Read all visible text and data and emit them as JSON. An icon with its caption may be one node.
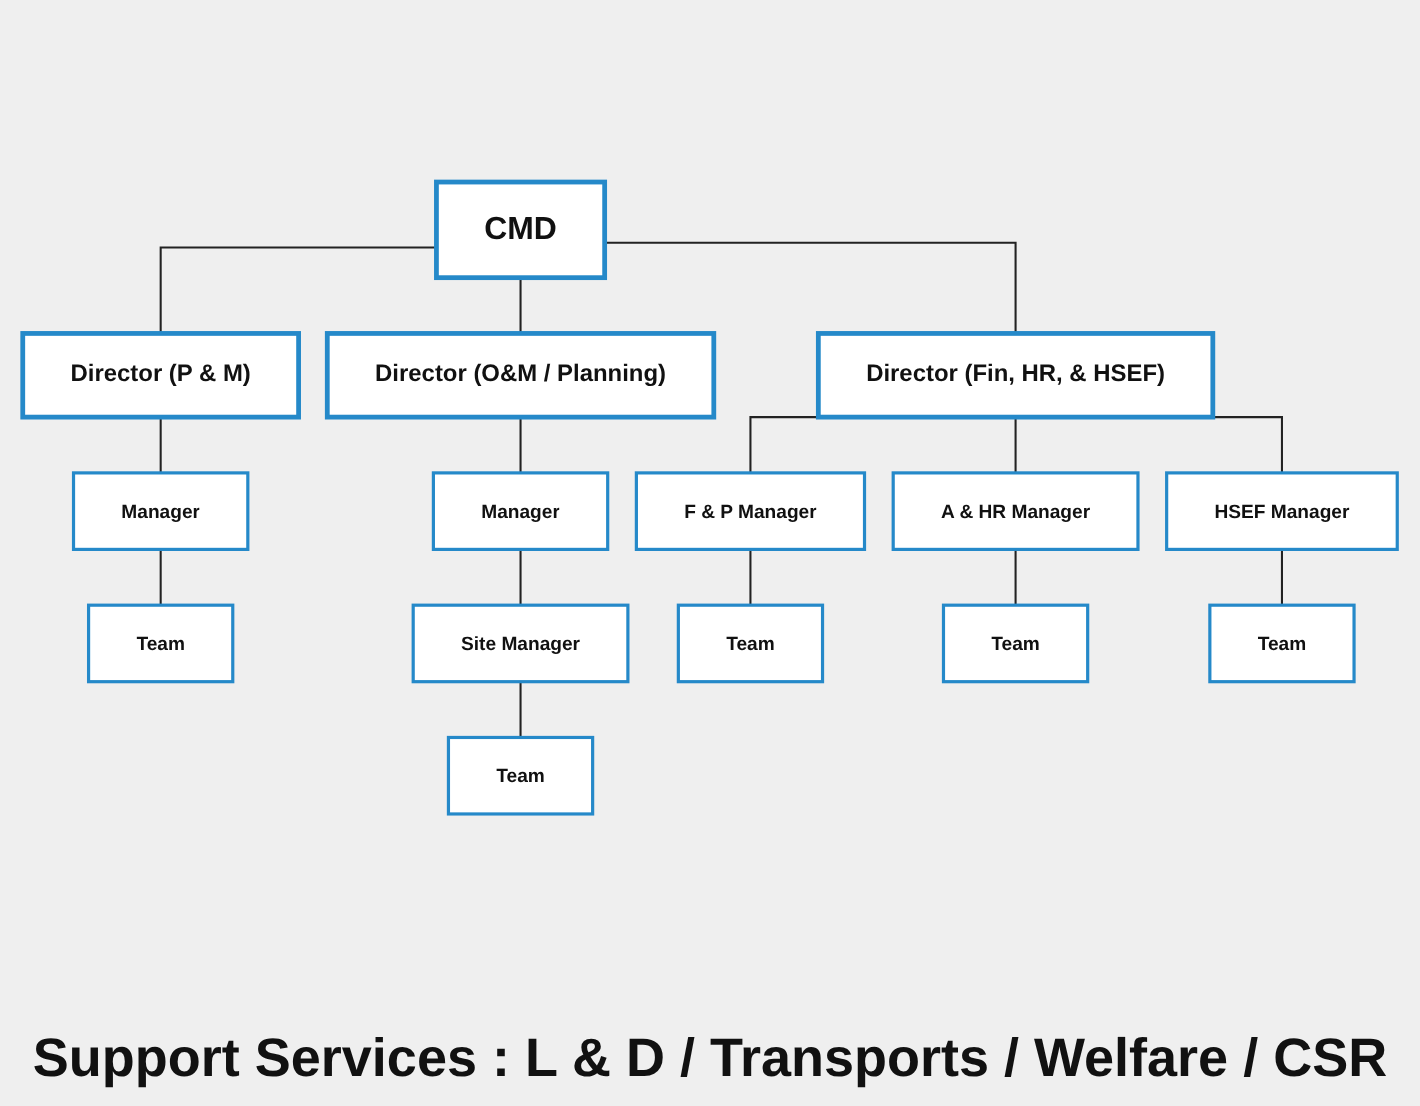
{
  "diagram": {
    "caption": "Support Services : L & D / Transports / Welfare / CSR",
    "nodes": [
      {
        "text": [
          "CMD"
        ]
      },
      {
        "text": [
          "Director (P & M)"
        ]
      },
      {
        "text": [
          "Director (O&M / Planning)"
        ]
      },
      {
        "text": [
          "Director (Fin, HR, & HSEF)"
        ]
      },
      {
        "text": [
          "Manager"
        ]
      },
      {
        "text": [
          "Manager"
        ]
      },
      {
        "text": [
          "F & P Manager"
        ]
      },
      {
        "text": [
          "A & HR Manager"
        ]
      },
      {
        "text": [
          "HSEF Manager"
        ]
      },
      {
        "text": [
          "Team"
        ]
      },
      {
        "text": [
          "Site Manager"
        ]
      },
      {
        "text": [
          "Team"
        ]
      },
      {
        "text": [
          "Team"
        ]
      },
      {
        "text": [
          "Team"
        ]
      },
      {
        "text": [
          "Team"
        ]
      }
    ],
    "edges": [
      {
        "from": 0,
        "to": 1,
        "arrow": "none"
      },
      {
        "from": 0,
        "to": 2,
        "arrow": "none"
      },
      {
        "from": 0,
        "to": 3,
        "arrow": "none"
      },
      {
        "from": 1,
        "to": 4,
        "arrow": "none"
      },
      {
        "from": 2,
        "to": 5,
        "arrow": "none"
      },
      {
        "from": 3,
        "to": 6,
        "arrow": "none"
      },
      {
        "from": 3,
        "to": 7,
        "arrow": "none"
      },
      {
        "from": 3,
        "to": 8,
        "arrow": "none"
      },
      {
        "from": 4,
        "to": 9,
        "arrow": "none"
      },
      {
        "from": 5,
        "to": 10,
        "arrow": "none"
      },
      {
        "from": 6,
        "to": 11,
        "arrow": "none"
      },
      {
        "from": 7,
        "to": 12,
        "arrow": "none"
      },
      {
        "from": 8,
        "to": 13,
        "arrow": "none"
      },
      {
        "from": 10,
        "to": 14,
        "arrow": "none"
      }
    ]
  }
}
